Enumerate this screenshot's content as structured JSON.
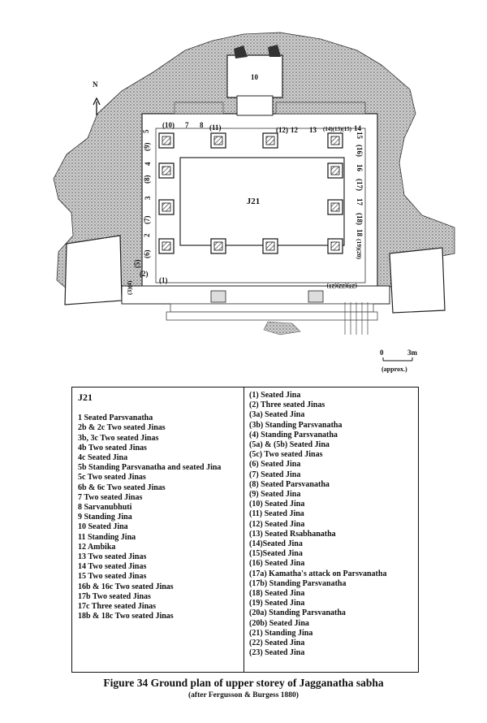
{
  "plan": {
    "north_label": "N",
    "center_label": "J21",
    "top_shrine_label": "10",
    "scale": {
      "zero": "0",
      "length": "3m",
      "note": "(approx.)"
    },
    "top_labels": [
      "(10)",
      "7",
      "8",
      "(11)",
      "(12)",
      "12",
      "13",
      "(14)(13)(15)",
      "14"
    ],
    "left_labels": [
      "5",
      "(9)",
      "4",
      "(8)",
      "3",
      "(7)",
      "2",
      "(6)",
      "(5)",
      "(3)(4)",
      "(2)",
      "(1)"
    ],
    "right_labels": [
      "15",
      "(16)",
      "16",
      "(17)",
      "17",
      "(18)",
      "18",
      "(19)(20)",
      "(23)(22)(21)"
    ]
  },
  "legend": {
    "title": "J21",
    "left": [
      "1 Seated Parsvanatha",
      "2b & 2c Two seated Jinas",
      "3b, 3c Two seated Jinas",
      "4b Two seated Jinas",
      "4c Seated Jina",
      "5b Standing Parsvanatha and seated Jina",
      "5c Two seated Jinas",
      "6b & 6c Two seated Jinas",
      "7 Two seated Jinas",
      "8 Sarvanubhuti",
      "9 Standing Jina",
      "10 Seated Jina",
      "11 Standing Jina",
      "12 Ambika",
      "13 Two seated Jinas",
      "14 Two seated Jinas",
      "15 Two seated Jinas",
      "16b & 16c Two seated Jinas",
      "17b Two seated Jinas",
      "17c Three seated Jinas",
      "18b & 18c Two seated Jinas"
    ],
    "right": [
      "(1) Seated Jina",
      "(2) Three seated Jinas",
      "(3a) Seated Jina",
      "(3b) Standing Parsvanatha",
      "(4) Standing Parsvanatha",
      "(5a) & (5b) Seated Jina",
      "(5c) Two seated Jinas",
      "(6) Seated Jina",
      "(7) Seated Jina",
      "(8) Seated Parsvanatha",
      "(9) Seated Jina",
      "(10) Seated Jina",
      "(11) Seated Jina",
      "(12) Seated Jina",
      "(13) Seated Rsabhanatha",
      "(14)Seated Jina",
      "(15)Seated Jina",
      "(16) Seated Jina",
      "(17a) Kamatha's attack on Parsvanatha",
      "(17b) Standing Parsvanatha",
      "(18) Seated Jina",
      "(19) Seated Jina",
      "(20a) Standing Parsvanatha",
      "(20b) Seated Jina",
      "(21) Standing Jina",
      "(22) Seated Jina",
      "(23) Seated Jina"
    ]
  },
  "caption": {
    "main": "Figure 34 Ground plan of upper storey of Jagganatha sabha",
    "sub": "(after Fergusson & Burgess 1880)"
  }
}
